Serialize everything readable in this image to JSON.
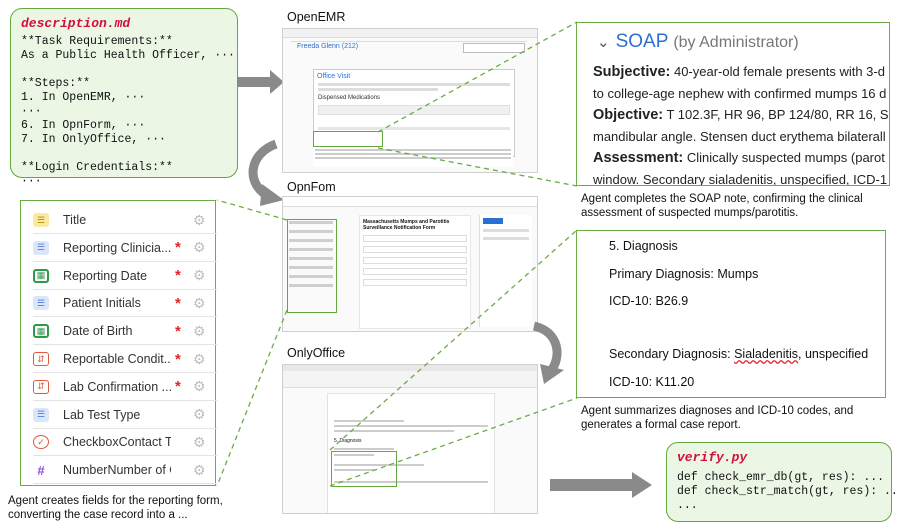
{
  "description": {
    "filename": "description.md",
    "lines": [
      "**Task Requirements:**",
      "As a Public Health Officer, ···",
      "",
      "**Steps:**",
      "1. In OpenEMR, ···",
      "···",
      "6. In OpnForm, ···",
      "7. In OnlyOffice, ···",
      "",
      "**Login Credentials:**",
      "···"
    ]
  },
  "fields": [
    {
      "label": "Title",
      "icon": "text-icon",
      "color": "#f5d655",
      "required": false
    },
    {
      "label": "Reporting Clinicia...",
      "icon": "text-icon",
      "color": "#4c7ed8",
      "required": true
    },
    {
      "label": "Reporting Date",
      "icon": "calendar-icon",
      "color": "#2e9b4b",
      "required": true
    },
    {
      "label": "Patient Initials",
      "icon": "text-icon",
      "color": "#4c7ed8",
      "required": true
    },
    {
      "label": "Date of Birth",
      "icon": "calendar-icon",
      "color": "#2e9b4b",
      "required": true
    },
    {
      "label": "Reportable Condit...",
      "icon": "select-icon",
      "color": "#e0593c",
      "required": true
    },
    {
      "label": "Lab Confirmation ...",
      "icon": "select-icon",
      "color": "#e0593c",
      "required": true
    },
    {
      "label": "Lab Test Type",
      "icon": "text-icon",
      "color": "#4c7ed8",
      "required": false
    },
    {
      "label": "CheckboxContact Tra...",
      "icon": "checkbox-icon",
      "color": "#e0593c",
      "required": false
    },
    {
      "label": "NumberNumber of Cl...",
      "icon": "hash-icon",
      "color": "#8a4dd6",
      "required": false
    }
  ],
  "required_mark": "*",
  "captions": {
    "openform_fields": [
      "Agent creates fields for the reporting form,",
      "converting the case record into a ..."
    ],
    "soap": [
      "Agent completes the SOAP note, confirming the clinical",
      "assessment of suspected mumps/parotitis."
    ],
    "diagnosis": [
      "Agent summarizes diagnoses and ICD-10 codes, and",
      "generates a formal case report."
    ]
  },
  "screenshots": {
    "openemr": {
      "title": "OpenEMR",
      "patient": "Freeda Glenn (212)",
      "section": "Office Visit",
      "list_title": "Dispensed Medications"
    },
    "opnform": {
      "title": "OpnFom",
      "form_title": "Massachusetts Mumps and Parotitis Surveillance Notification Form"
    },
    "onlyoffice": {
      "title": "OnlyOffice",
      "heading": "5. Diagnosis"
    }
  },
  "soap": {
    "title": "SOAP",
    "by": "(by Administrator)",
    "lines": [
      {
        "label": "Subjective:",
        "text": " 40-year-old female presents with 3-d"
      },
      {
        "label": "",
        "text": "to college-age nephew with confirmed mumps 16 d"
      },
      {
        "label": "Objective:",
        "text": " T 102.3F, HR 96, BP 124/80, RR 16, S"
      },
      {
        "label": "",
        "text": "mandibular angle. Stensen duct erythema bilaterall"
      },
      {
        "label": "Assessment:",
        "text": " Clinically suspected mumps (parot"
      },
      {
        "label": "",
        "text": "window. Secondary sialadenitis, unspecified, ICD-1"
      }
    ]
  },
  "diagnosis": {
    "heading": "5. Diagnosis",
    "primary": "Primary Diagnosis: Mumps",
    "primary_code": "ICD-10: B26.9",
    "secondary_prefix": "Secondary Diagnosis: ",
    "secondary_term": "Sialadenitis",
    "secondary_suffix": ", unspecified",
    "secondary_code": "ICD-10: K11.20"
  },
  "verify": {
    "filename": "verify.py",
    "lines": [
      "def check_emr_db(gt, res): ...",
      "def check_str_match(gt, res): ...",
      "..."
    ]
  },
  "colors": {
    "accent_green": "#62a83e",
    "card_bg": "#ecf6e4",
    "filename_red": "#d0103a",
    "soap_blue": "#2b6fd3",
    "arrow_gray": "#8a8a8a"
  }
}
